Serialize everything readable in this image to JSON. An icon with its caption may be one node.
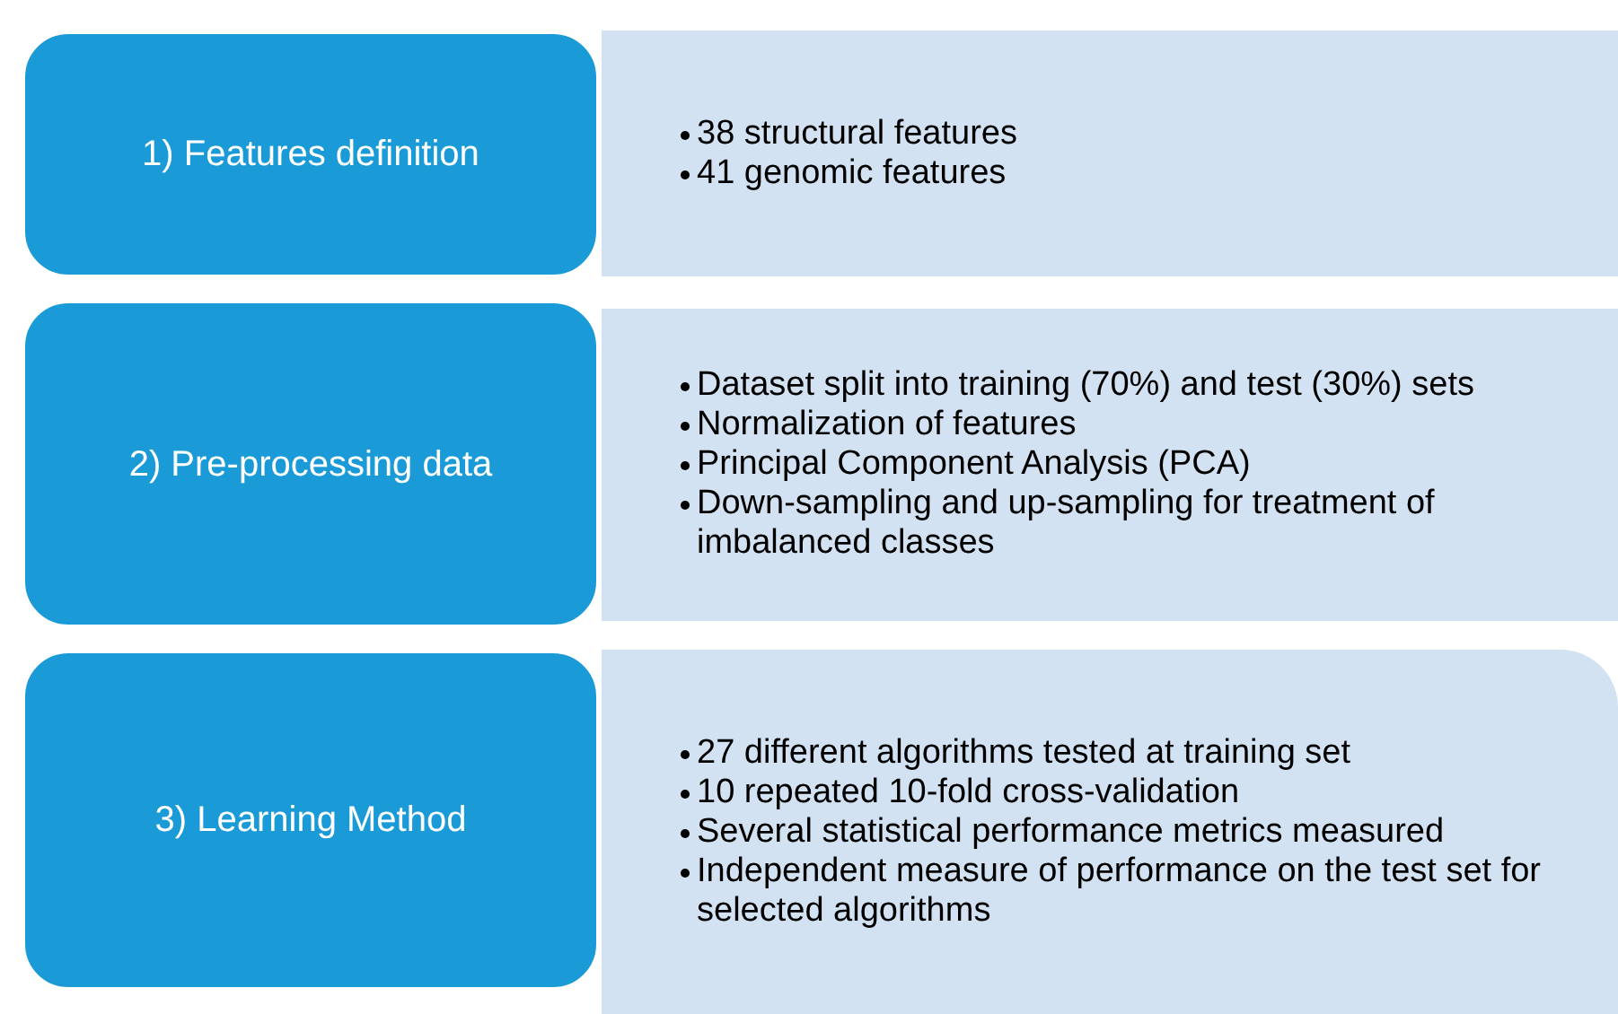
{
  "diagram": {
    "nodes": [
      {
        "text": [
          "1) Features definition"
        ]
      },
      {
        "text": [
          "38 structural features",
          "41 genomic features"
        ]
      },
      {
        "text": [
          "2) Pre-processing data"
        ]
      },
      {
        "text": [
          "Dataset split into training (70%) and test (30%) sets",
          "Normalization of features",
          "Principal Component Analysis (PCA)",
          "Down-sampling and up-sampling for treatment of imbalanced classes"
        ]
      },
      {
        "text": [
          "3) Learning Method"
        ]
      },
      {
        "text": [
          "27 different algorithms tested at training set",
          "10 repeated 10-fold cross-validation",
          "Several statistical performance metrics measured",
          "Independent measure of performance on the test set for selected algorithms"
        ]
      }
    ]
  }
}
